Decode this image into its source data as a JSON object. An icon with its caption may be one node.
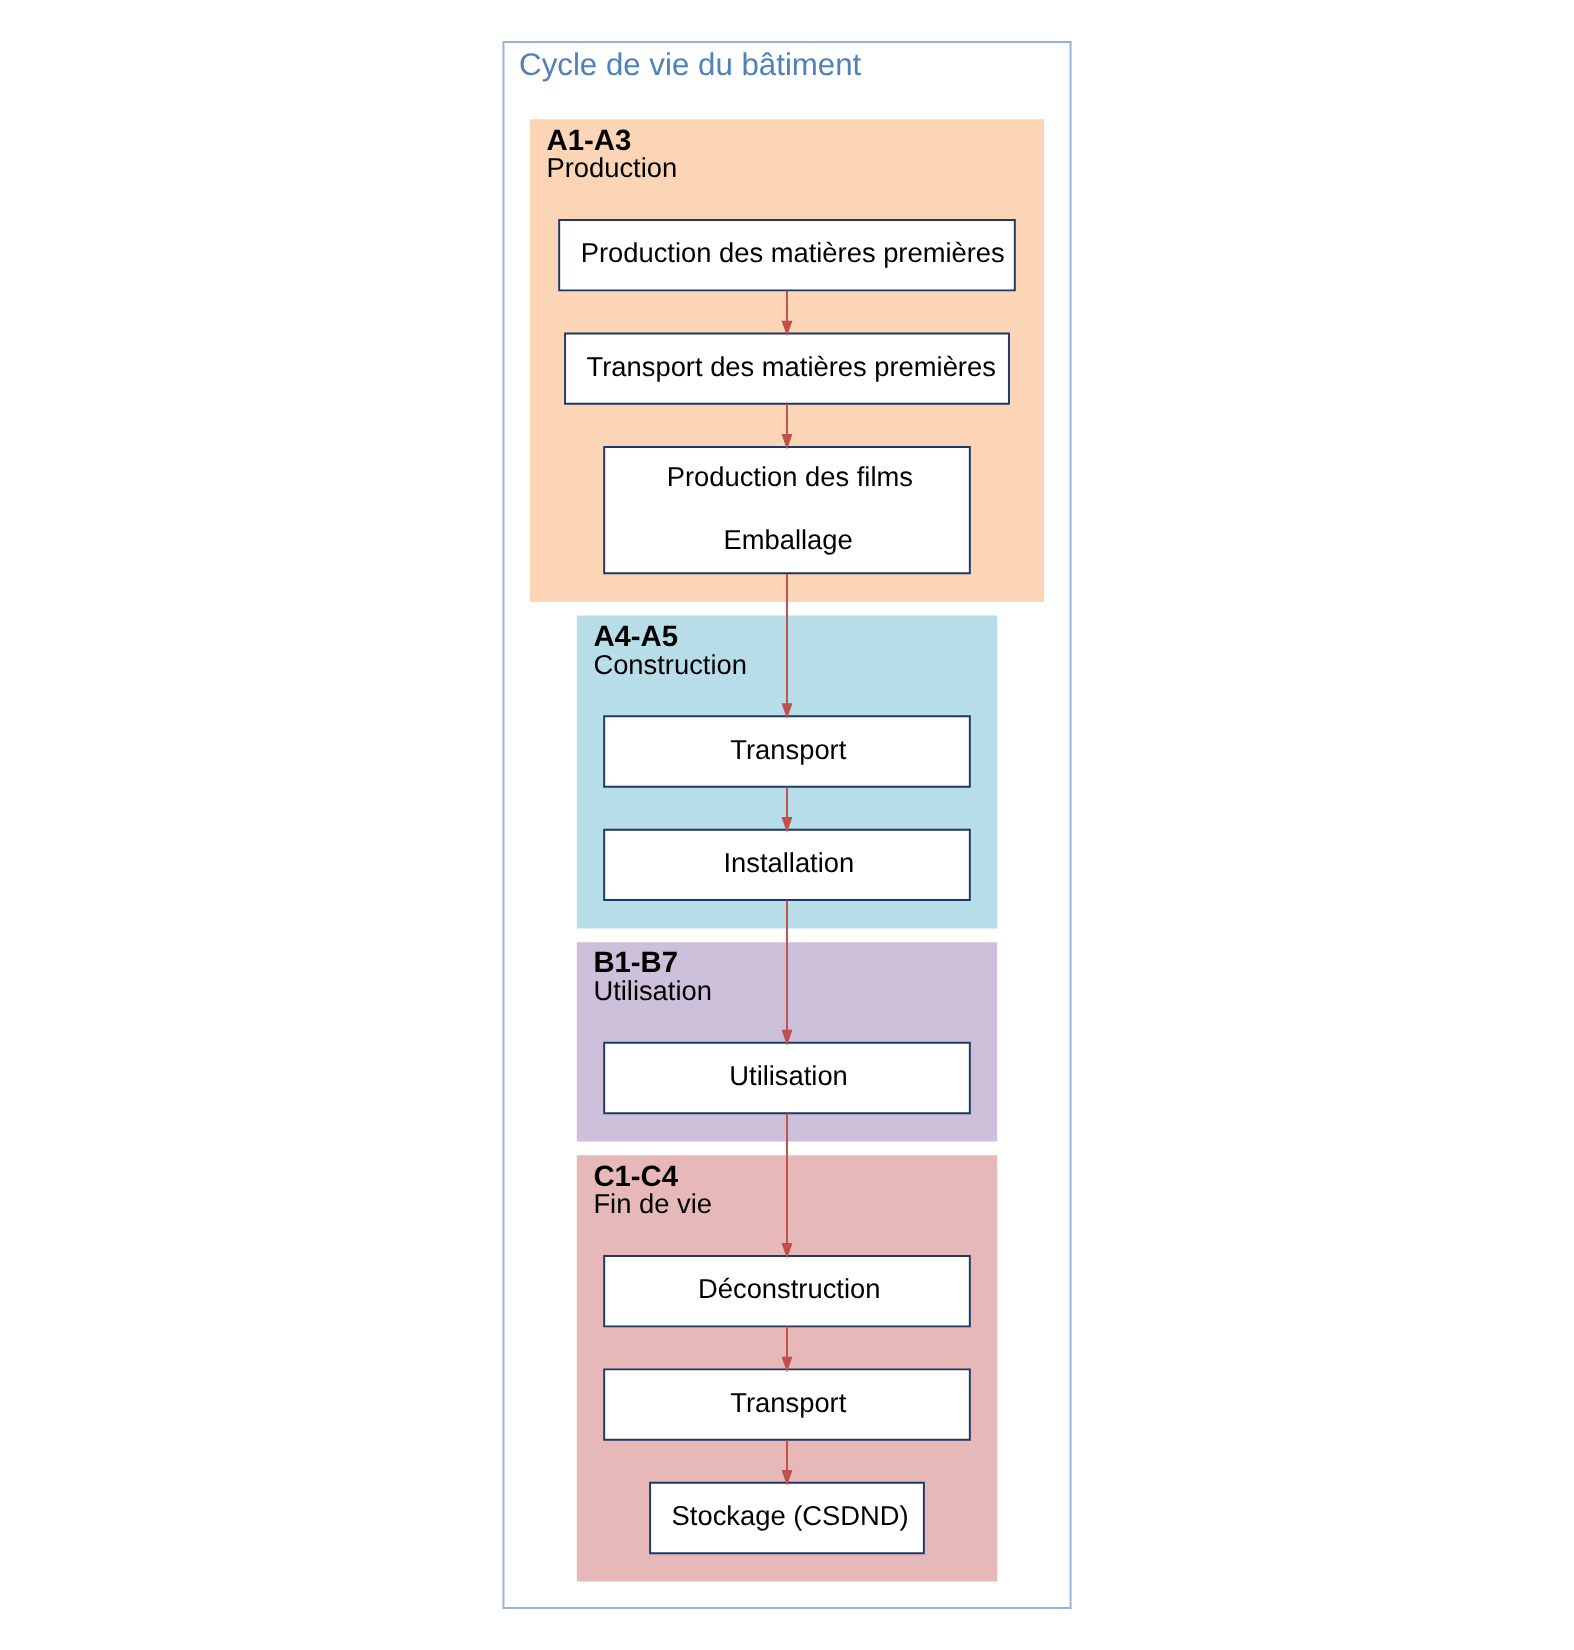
{
  "diagram": {
    "nodes": [
      {
        "text": [
          "Cycle de vie du bâtiment"
        ]
      },
      {
        "text": [
          "A1-A3",
          "Production"
        ],
        "in": 0
      },
      {
        "text": [
          "Production des matières premières"
        ],
        "in": 1
      },
      {
        "text": [
          "Transport des matières premières"
        ],
        "in": 1
      },
      {
        "text": [
          "Production des films",
          "Emballage"
        ],
        "in": 1
      },
      {
        "text": [
          "A4-A5",
          "Construction"
        ],
        "in": 0
      },
      {
        "text": [
          "Transport"
        ],
        "in": 5
      },
      {
        "text": [
          "Installation"
        ],
        "in": 5
      },
      {
        "text": [
          "B1-B7",
          "Utilisation"
        ],
        "in": 0
      },
      {
        "text": [
          "Utilisation"
        ],
        "in": 8
      },
      {
        "text": [
          "C1-C4",
          "Fin de vie"
        ],
        "in": 0
      },
      {
        "text": [
          "Déconstruction"
        ],
        "in": 10
      },
      {
        "text": [
          "Transport"
        ],
        "in": 10
      },
      {
        "text": [
          "Stockage (CSDND)"
        ],
        "in": 10
      }
    ],
    "edges": [
      {
        "from": 2,
        "to": 3,
        "arrow": "to"
      },
      {
        "from": 3,
        "to": 4,
        "arrow": "to"
      },
      {
        "from": 4,
        "to": 6,
        "arrow": "to"
      },
      {
        "from": 6,
        "to": 7,
        "arrow": "to"
      },
      {
        "from": 7,
        "to": 9,
        "arrow": "to"
      },
      {
        "from": 9,
        "to": 11,
        "arrow": "to"
      },
      {
        "from": 11,
        "to": 12,
        "arrow": "to"
      },
      {
        "from": 12,
        "to": 13,
        "arrow": "to"
      }
    ]
  }
}
